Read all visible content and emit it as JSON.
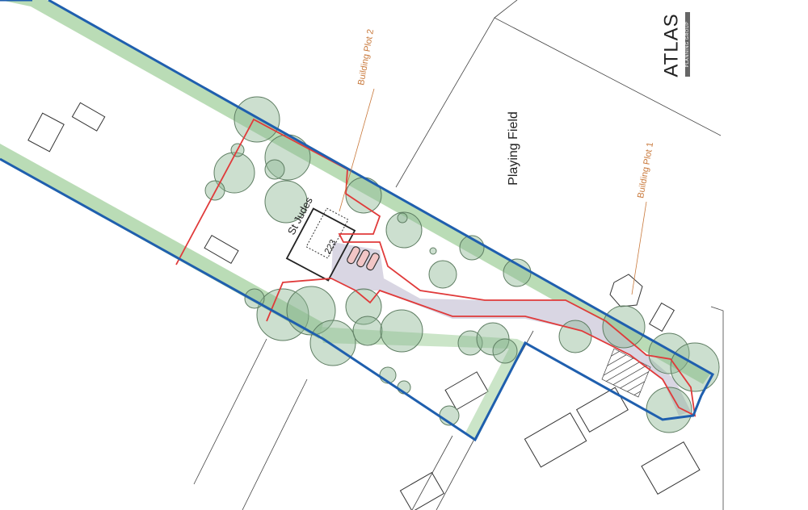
{
  "plan": {
    "labels": {
      "playing_field": "Playing Field",
      "st_judes": "St Judes",
      "house_number": "223",
      "building_plot_2": "Building Plot 2",
      "building_plot_1": "Building Plot 1"
    },
    "colors": {
      "site_boundary": "#1f5fae",
      "plot_boundary": "#e03a3a",
      "green_buffer": "#a9d3a4",
      "driveway": "#d9d6e3",
      "tree": "#8fb894",
      "annotation": "#c8783a"
    }
  },
  "logo": {
    "name": "ATLAS",
    "tagline": "PLANNING GROUP"
  }
}
